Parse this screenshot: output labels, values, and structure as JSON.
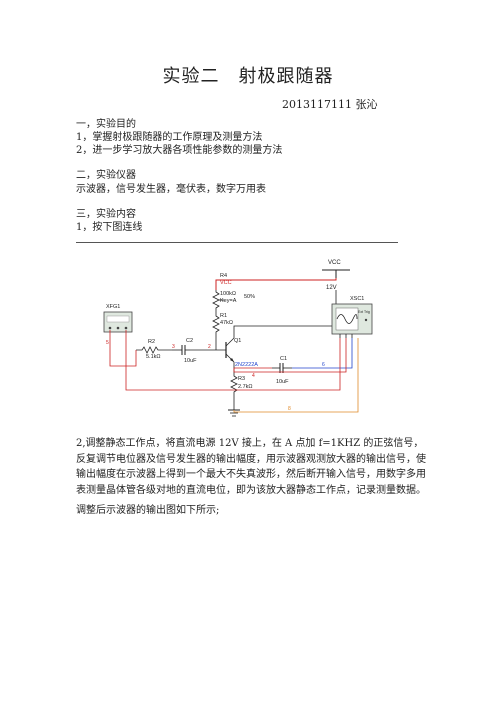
{
  "doc": {
    "title": "实验二　射极跟随器",
    "author": "2013117111  张沁",
    "s1_heading": "一，实验目的",
    "s1_item1": "1，掌握射极跟随器的工作原理及测量方法",
    "s1_item2": "2，进一步学习放大器各项性能参数的测量方法",
    "s2_heading": "二，实验仪器",
    "s2_body": "示波器，信号发生器，毫伏表，数字万用表",
    "s3_heading": "三，实验内容",
    "s3_item1": "1，按下图连线",
    "step2": "2,调整静态工作点，将直流电源 12V 接上，在 A 点加 f=1KHZ 的正弦信号，反复调节电位器及信号发生器的输出幅度，用示波器观测放大器的输出信号，使输出幅度在示波器上得到一个最大不失真波形，然后断开输入信号，用数字多用表测量晶体管各级对地的直流电位，即为该放大器静态工作点，记录测量数据。",
    "after": "调整后示波器的输出图如下所示;"
  },
  "circuit": {
    "vcc_label": "VCC",
    "vcc_value": "12V",
    "r4_name": "R4",
    "r4_net": "VCC",
    "r4_value": "100kΩ",
    "r4_key": "Key=A",
    "r4_pct": "50%",
    "r1_name": "R1",
    "r1_value": "47kΩ",
    "r2_name": "R2",
    "r2_value": "5.1kΩ",
    "c2_name": "C2",
    "c2_value": "10uF",
    "q1_name": "Q1",
    "q1_model": "2N2222A",
    "c1_name": "C1",
    "c1_value": "10uF",
    "r3_name": "R3",
    "r3_value": "2.7kΩ",
    "xfg1_name": "XFG1",
    "xsc1_name": "XSC1",
    "xsc1_ext": "Ext Trig",
    "net_5": "5",
    "net_3": "3",
    "net_2": "2",
    "net_4": "4",
    "net_6": "6",
    "net_8": "8",
    "colors": {
      "wire_red": "#cc2222",
      "wire_blue": "#2244cc",
      "wire_orange": "#e08a2a",
      "component": "#222222",
      "panel": "#dfe8df"
    }
  }
}
